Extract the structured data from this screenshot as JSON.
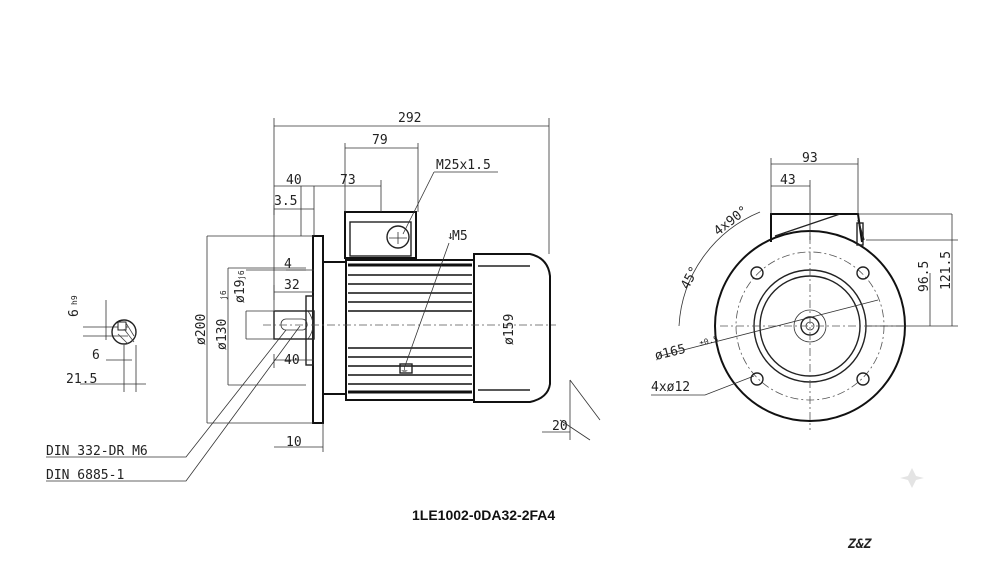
{
  "caption": "1LE1002-0DA32-2FA4",
  "watermark": "Z&Z",
  "dims": {
    "d292": "292",
    "d79": "79",
    "d73": "73",
    "d40top": "40",
    "d3_5": "3.5",
    "m25": "M25x1.5",
    "m5": "M5",
    "d4": "4",
    "d32": "32",
    "d40": "40",
    "d10": "10",
    "d20": "20",
    "d200": "ø200",
    "d130": "ø130",
    "d130tol": "j6",
    "d19": "ø19",
    "d19tol": "j6",
    "d159": "ø159",
    "din332": "DIN 332-DR M6",
    "din6885": "DIN 6885-1",
    "key6": "6",
    "key6tol": "h9",
    "key6b": "6",
    "d21_5": "21.5",
    "d93": "93",
    "d43": "43",
    "ang4x90": "4x90°",
    "ang45": "45°",
    "d96_5": "96.5",
    "d121_5": "121.5",
    "d165": "ø165",
    "d165tol": "±0.5",
    "holes": "4xø12"
  }
}
